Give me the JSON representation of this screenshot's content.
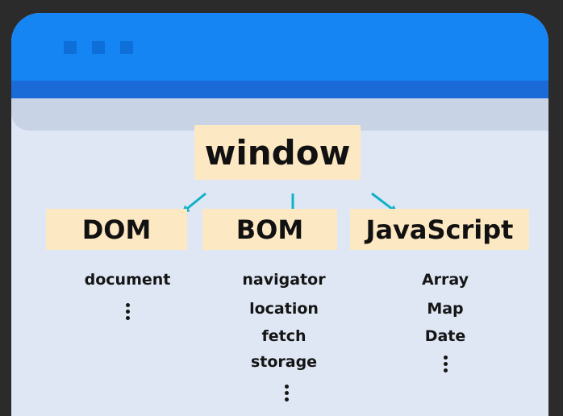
{
  "window": {
    "root_label": "window",
    "branches": [
      {
        "label": "DOM",
        "items": [
          "document"
        ]
      },
      {
        "label": "BOM",
        "items": [
          "navigator",
          "location",
          "fetch",
          "storage"
        ]
      },
      {
        "label": "JavaScript",
        "items": [
          "Array",
          "Map",
          "Date"
        ]
      }
    ]
  },
  "colors": {
    "titlebar": "#1485f3",
    "body": "#dfe7f4",
    "box": "#fde8c4",
    "arrow": "#12b2c7"
  }
}
